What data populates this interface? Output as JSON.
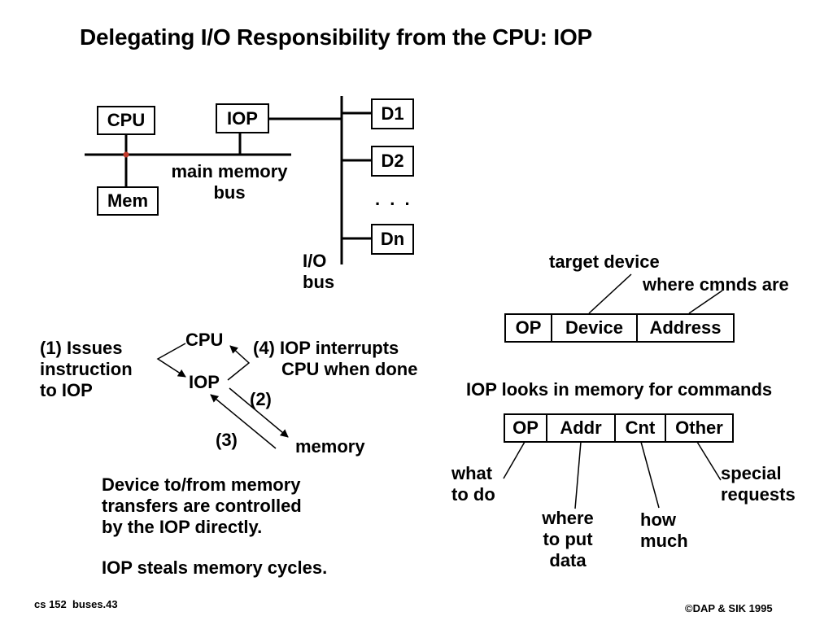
{
  "title": "Delegating I/O Responsibility from the CPU: IOP",
  "bus_diagram": {
    "cpu": "CPU",
    "iop": "IOP",
    "mem": "Mem",
    "main_bus_label": [
      "main memory",
      "bus"
    ],
    "devices": [
      "D1",
      "D2",
      "Dn"
    ],
    "ellipsis": ". . .",
    "io_bus_label": [
      "I/O",
      "bus"
    ]
  },
  "flow": {
    "cpu": "CPU",
    "iop": "IOP",
    "memory": "memory",
    "step1": [
      "(1) Issues",
      "instruction",
      "to IOP"
    ],
    "step2": "(2)",
    "step3": "(3)",
    "step4": [
      "(4) IOP interrupts",
      "CPU when done"
    ]
  },
  "notes": [
    "Device to/from memory",
    "transfers are controlled",
    "by the IOP directly.",
    "IOP steals memory cycles."
  ],
  "instruction_format": {
    "label_target": "target device",
    "label_where": "where cmnds are",
    "fields": [
      "OP",
      "Device",
      "Address"
    ]
  },
  "command_caption": "IOP looks in memory for commands",
  "command_format": {
    "fields": [
      "OP",
      "Addr",
      "Cnt",
      "Other"
    ],
    "what": [
      "what",
      "to do"
    ],
    "where": [
      "where",
      "to put",
      "data"
    ],
    "how": [
      "how",
      "much"
    ],
    "special": [
      "special",
      "requests"
    ]
  },
  "footer": {
    "left": "cs 152  buses.43",
    "right": "©DAP & SIK 1995"
  }
}
